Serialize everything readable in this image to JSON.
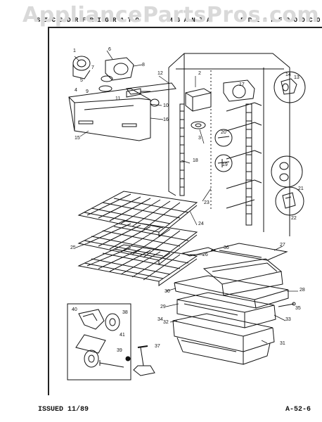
{
  "watermark": "AppliancePartsPros.com",
  "header": {
    "left": "S I C & D R  F R I G  R A T O",
    "center": "M  G A N  Z A",
    "right": "F R E S H  F O O D  C O M P A R T M E N T"
  },
  "footer": {
    "issued": "ISSUED 11/89",
    "code": "A-52-6"
  },
  "callouts": [
    "1",
    "2",
    "3",
    "4",
    "5",
    "6",
    "7",
    "8",
    "9",
    "10",
    "11",
    "12",
    "14",
    "13",
    "15",
    "16",
    "17",
    "18",
    "19",
    "20",
    "21",
    "22",
    "23",
    "24",
    "25",
    "26",
    "27",
    "28",
    "29",
    "30",
    "31",
    "32",
    "33",
    "34",
    "35",
    "36",
    "37",
    "38",
    "39",
    "40",
    "41"
  ],
  "colors": {
    "ink": "#111111",
    "watermark": "#d9d9d9"
  }
}
